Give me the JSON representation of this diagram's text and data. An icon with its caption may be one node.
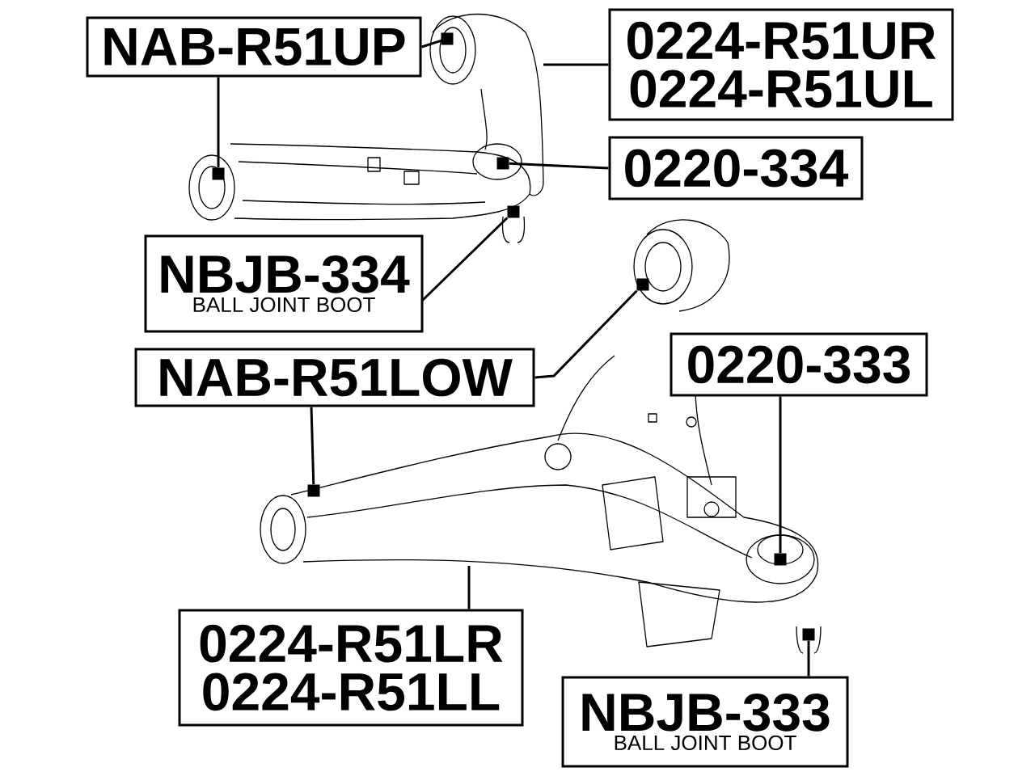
{
  "diagram": {
    "nodes": [
      {
        "text": [
          "NAB-R51UP"
        ]
      },
      {
        "text": [
          "0224-R51UR",
          "0224-R51UL"
        ]
      },
      {
        "text": [
          "0220-334"
        ]
      },
      {
        "text": [
          "NBJB-334",
          "BALL JOINT BOOT"
        ]
      },
      {
        "text": [
          "NAB-R51LOW"
        ]
      },
      {
        "text": [
          "0220-333"
        ]
      },
      {
        "text": [
          "0224-R51LR",
          "0224-R51LL"
        ]
      },
      {
        "text": [
          "NBJB-333",
          "BALL JOINT BOOT"
        ]
      },
      {
        "text": [],
        "shape": "box"
      },
      {
        "text": [],
        "shape": "box"
      },
      {
        "text": [],
        "shape": "box"
      },
      {
        "text": [],
        "shape": "box"
      },
      {
        "text": [],
        "shape": "box"
      },
      {
        "text": [],
        "shape": "box"
      },
      {
        "text": [],
        "shape": "box"
      },
      {
        "text": [],
        "shape": "box"
      }
    ],
    "edges": [
      {
        "from": 0,
        "to": 8,
        "arrow": "none"
      },
      {
        "from": 0,
        "to": 9,
        "arrow": "none"
      },
      {
        "from": 1,
        "to": null,
        "arrow": "none"
      },
      {
        "from": 2,
        "to": 10,
        "arrow": "none"
      },
      {
        "from": 3,
        "to": 11,
        "arrow": "none"
      },
      {
        "from": 4,
        "to": 12,
        "arrow": "none"
      },
      {
        "from": 4,
        "to": 13,
        "arrow": "none"
      },
      {
        "from": 5,
        "to": 14,
        "arrow": "none"
      },
      {
        "from": 6,
        "to": null,
        "arrow": "none"
      },
      {
        "from": 7,
        "to": 15,
        "arrow": "none"
      }
    ]
  }
}
